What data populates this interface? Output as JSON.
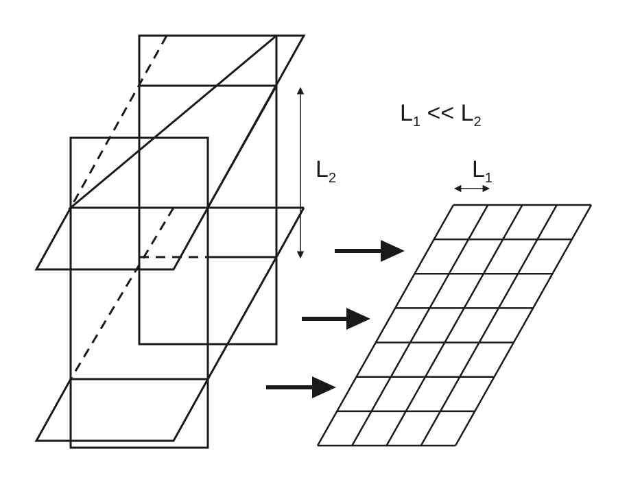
{
  "labels": {
    "relation": {
      "base_a": "L",
      "sub_a": "1",
      "op": " << ",
      "base_b": "L",
      "sub_b": "2"
    },
    "l2": {
      "base": "L",
      "sub": "2"
    },
    "l1": {
      "base": "L",
      "sub": "1"
    }
  }
}
